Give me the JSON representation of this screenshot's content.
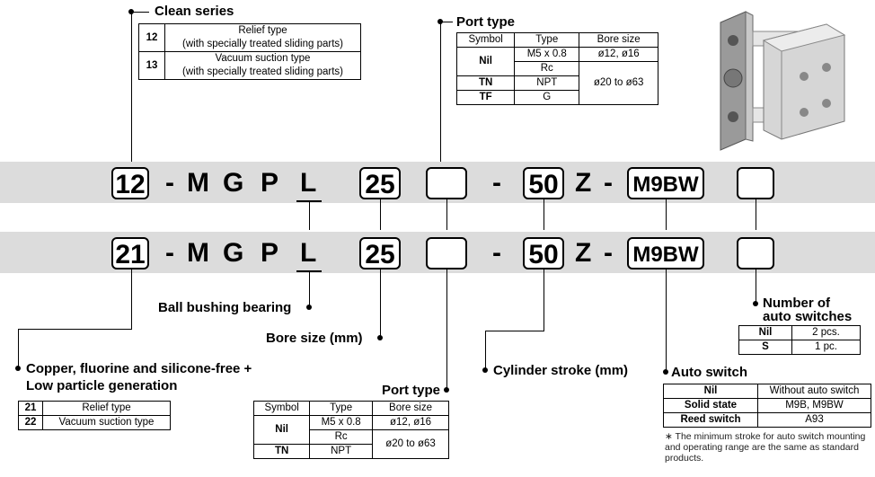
{
  "clean_series": {
    "title": "Clean series",
    "rows": [
      {
        "code": "12",
        "line1": "Relief type",
        "line2": "(with specially treated sliding parts)"
      },
      {
        "code": "13",
        "line1": "Vacuum suction type",
        "line2": "(with specially treated sliding parts)"
      }
    ]
  },
  "port_type_top": {
    "title": "Port type",
    "headers": [
      "Symbol",
      "Type",
      "Bore size"
    ],
    "nil": "Nil",
    "tn": "TN",
    "tf": "TF",
    "type_m5": "M5 x 0.8",
    "type_rc": "Rc",
    "type_npt": "NPT",
    "type_g": "G",
    "bore_small": "ø12, ø16",
    "bore_large": "ø20 to ø63"
  },
  "code_row1": {
    "prefix": "12",
    "dash1": "-",
    "m": "M",
    "g": "G",
    "p": "P",
    "l": "L",
    "bore": "25",
    "stroke": "50",
    "z": "Z",
    "dash2": "-",
    "dash3": "-",
    "switch": "M9BW"
  },
  "code_row2": {
    "prefix": "21",
    "dash1": "-",
    "m": "M",
    "g": "G",
    "p": "P",
    "l": "L",
    "bore": "25",
    "stroke": "50",
    "z": "Z",
    "dash2": "-",
    "dash3": "-",
    "switch": "M9BW"
  },
  "labels": {
    "ball_bushing": "Ball bushing bearing",
    "bore_size": "Bore size (mm)",
    "cylinder_stroke": "Cylinder stroke (mm)",
    "copper_line1": "Copper, fluorine and silicone-free +",
    "copper_line2": "Low particle generation"
  },
  "copper_table": [
    {
      "code": "21",
      "desc": "Relief type"
    },
    {
      "code": "22",
      "desc": "Vacuum suction type"
    }
  ],
  "port_type_bottom": {
    "title": "Port type",
    "headers": [
      "Symbol",
      "Type",
      "Bore size"
    ],
    "nil": "Nil",
    "tn": "TN",
    "type_m5": "M5 x 0.8",
    "type_rc": "Rc",
    "type_npt": "NPT",
    "bore_small": "ø12, ø16",
    "bore_large": "ø20 to ø63"
  },
  "num_switches": {
    "title1": "Number of",
    "title2": "auto switches",
    "rows": [
      {
        "sym": "Nil",
        "val": "2 pcs."
      },
      {
        "sym": "S",
        "val": "1 pc."
      }
    ]
  },
  "auto_switch": {
    "title": "Auto switch",
    "rows": [
      {
        "sym": "Nil",
        "val": "Without auto switch"
      },
      {
        "sym": "Solid state",
        "val": "M9B, M9BW"
      },
      {
        "sym": "Reed switch",
        "val": "A93"
      }
    ],
    "note": "∗ The minimum stroke for auto switch mounting and operating range are the same as standard products."
  }
}
